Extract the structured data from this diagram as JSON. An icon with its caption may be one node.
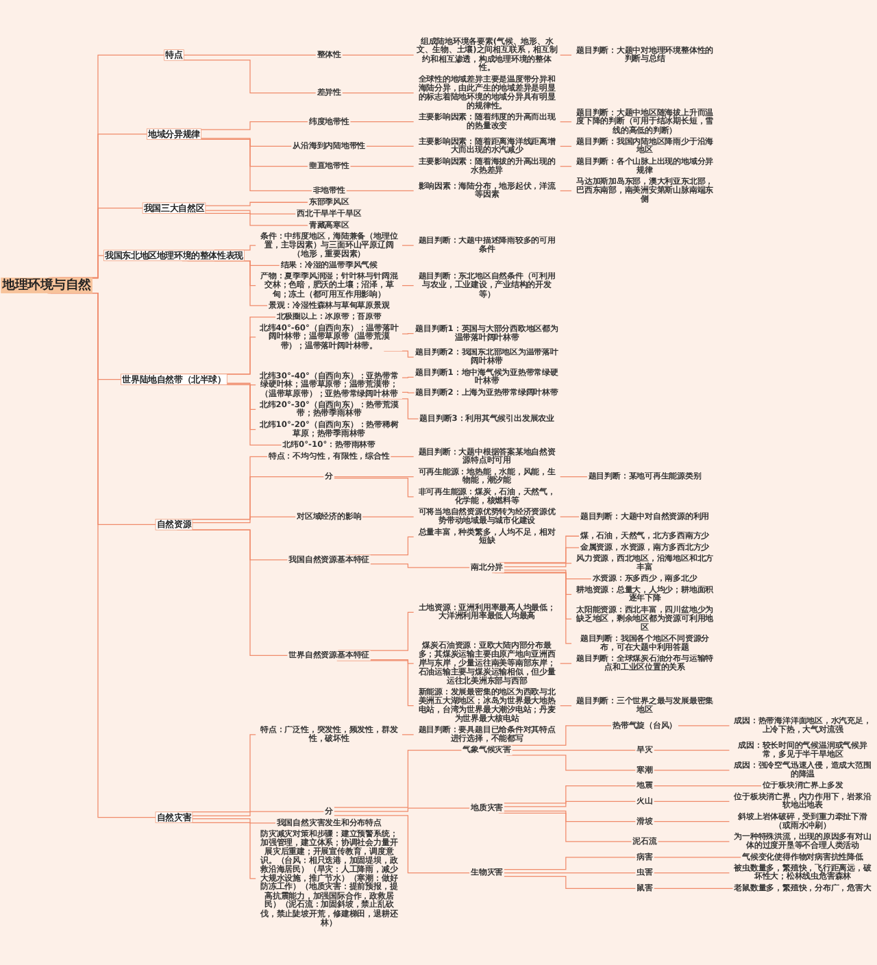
{
  "diagram": {
    "nodes": [
      {
        "text": [
          "地理环境与自然"
        ]
      },
      {
        "text": [
          "特点"
        ]
      },
      {
        "text": [
          "整体性"
        ]
      },
      {
        "text": [
          "组成陆地环境各要素(气候、地形、水文、生物、土壤)之间相互联系，相互制约和相互渗透，构成地理环境的整体性。"
        ]
      },
      {
        "text": [
          "题目判断：大题中对地理环境整体性的判断与总结"
        ]
      },
      {
        "text": [
          "差异性"
        ]
      },
      {
        "text": [
          "全球性的地域差异主要是温度带分异和海陆分异，由此产生的地域差异是明显的标志着陆地环境的地域分异具有明显的规律性。"
        ]
      },
      {
        "text": [
          "地域分异规律"
        ]
      },
      {
        "text": [
          "纬度地带性"
        ]
      },
      {
        "text": [
          "主要影响因素：随着纬度的升高而出现的热量改变"
        ]
      },
      {
        "text": [
          "题目判断：大题中地区随海拔上升而温度下降的判断（可用于结冰期长短，雪线的高低的判断）"
        ]
      },
      {
        "text": [
          "从沿海到内陆地带性"
        ]
      },
      {
        "text": [
          "主要影响因素：随着距离海洋线距离增大而出现的水汽减少"
        ]
      },
      {
        "text": [
          "题目判断：我国内陆地区降雨少于沿海地区"
        ]
      },
      {
        "text": [
          "垂直地带性"
        ]
      },
      {
        "text": [
          "主要影响因素：随着海拔的升高出现的水热差异"
        ]
      },
      {
        "text": [
          "题目判断：各个山脉上出现的地域分异规律"
        ]
      },
      {
        "text": [
          "非地带性"
        ]
      },
      {
        "text": [
          "影响因素：海陆分布，地形起伏，洋流等因素"
        ]
      },
      {
        "text": [
          "马达加斯加岛东部，澳大利亚东北部，巴西东南部，南美洲安第斯山脉南端东侧"
        ]
      },
      {
        "text": [
          "我国三大自然区"
        ]
      },
      {
        "text": [
          "东部季风区"
        ]
      },
      {
        "text": [
          "西北干旱半干旱区"
        ]
      },
      {
        "text": [
          "青藏高寒区"
        ]
      },
      {
        "text": [
          "我国东北地区地理环境的整体性表现"
        ]
      },
      {
        "text": [
          "条件：中纬度地区，海陆兼备（地理位置，主导因素）与三面环山平原辽阔（地形，重要因素）"
        ]
      },
      {
        "text": [
          "题目判断：大题中描述降雨较多的可用条件"
        ]
      },
      {
        "text": [
          "结果：冷湿的温带季风气候"
        ]
      },
      {
        "text": [
          "产物：夏季季风润湿；针叶林与针阔混交林；色暗，肥沃的土壤；沼泽，草甸；冻土（都可用互作用影响）"
        ]
      },
      {
        "text": [
          "题目判断：东北地区自然条件（可利用与农业，工业建设，产业结构的开发等）"
        ]
      },
      {
        "text": [
          "景观：冷湿性森林与草甸草原景观"
        ]
      },
      {
        "text": [
          "世界陆地自然带（北半球）"
        ]
      },
      {
        "text": [
          "北极圈以上：冰原带；苔原带"
        ]
      },
      {
        "text": [
          "北纬40°-60°（自西向东）：温带落叶阔叶林带；温带草原带（温带荒漠带）；温带落叶阔叶林带。"
        ]
      },
      {
        "text": [
          "题目判断1：英国与大部分西欧地区都为温带落叶阔叶林带"
        ]
      },
      {
        "text": [
          "题目判断2：我国东北部地区为温带落叶阔叶林带"
        ]
      },
      {
        "text": [
          "北纬30°-40°（自西向东）：亚热带常绿硬叶林；温带草原带；温带荒漠带；（温带草原带）；亚热带常绿阔叶林带"
        ]
      },
      {
        "text": [
          "题目判断1：地中海气候为亚热带常绿硬叶林带"
        ]
      },
      {
        "text": [
          "题目判断2：上海为亚热带常绿阔叶林带"
        ]
      },
      {
        "text": [
          "题目判断3：利用其气候引出发展农业"
        ]
      },
      {
        "text": [
          "北纬20°-30°（自西向东）：热带荒漠带；热带季雨林带"
        ]
      },
      {
        "text": [
          "北纬10°-20°（自西向东）：热带稀树草原；热带季雨林带"
        ]
      },
      {
        "text": [
          "北纬0°-10°：热带雨林带"
        ]
      },
      {
        "text": [
          "自然资源"
        ]
      },
      {
        "text": [
          "特点：不均匀性，有限性，综合性"
        ]
      },
      {
        "text": [
          "题目判断：大题中根据答案某地自然资源特点时可用"
        ]
      },
      {
        "text": [
          "分"
        ]
      },
      {
        "text": [
          "可再生能源：地热能，水能，风能，生物能，潮汐能"
        ]
      },
      {
        "text": [
          "题目判断：某地可再生能源类别"
        ]
      },
      {
        "text": [
          "非可再生能源：煤炭，石油，天然气，化学能，核燃料等"
        ]
      },
      {
        "text": [
          "对区域经济的影响"
        ]
      },
      {
        "text": [
          "可将当地自然资源优势转为经济资源优势带动地域最与城市化建设"
        ]
      },
      {
        "text": [
          "题目判断：大题中对自然资源的利用"
        ]
      },
      {
        "text": [
          "我国自然资源基本特征"
        ]
      },
      {
        "text": [
          "总量丰富，种类繁多，人均不足，相对短缺"
        ]
      },
      {
        "text": [
          "南北分异"
        ]
      },
      {
        "text": [
          "煤，石油，天然气，北方多西南方少"
        ]
      },
      {
        "text": [
          "金属资源，水资源，南方多西北方少"
        ]
      },
      {
        "text": [
          "风力资源，西北地区，沿海地区和北方丰富"
        ]
      },
      {
        "text": [
          "水资源：东多西少，南多北少"
        ]
      },
      {
        "text": [
          "耕地资源：总量大，人均少；耕地面积逐年下降"
        ]
      },
      {
        "text": [
          "太阳能资源：西北丰富，四川盆地少为缺乏地区，剩余地区都为资源可利用地区"
        ]
      },
      {
        "text": [
          "题目判断：我国各个地区不同资源分布，可在大题中利用答题"
        ]
      },
      {
        "text": [
          "世界自然资源基本特征"
        ]
      },
      {
        "text": [
          "土地资源：亚洲利用率最高人均最低；大洋洲利用率最低人均最高"
        ]
      },
      {
        "text": [
          "煤炭石油资源：亚欧大陆内部分布最多；其煤炭运输主要由原产地向亚洲西岸与东岸，少量运往南美等南部东岸；石油运输主要与煤炭运输相似，但少量运往北美洲东部与西部"
        ]
      },
      {
        "text": [
          "题目判断：全球煤炭石油分布与运输特点和工业区位置的关系"
        ]
      },
      {
        "text": [
          "新能源：发展最密集的地区为西欧与北美洲五大湖地区；冰岛为世界最大地热电站，台湾为世界最大潮汐电站；丹麦为世界最大核电站"
        ]
      },
      {
        "text": [
          "题目判断：三个世界之最与发展最密集地区"
        ]
      },
      {
        "text": [
          "自然灾害"
        ]
      },
      {
        "text": [
          "特点：广泛性，突发性，频发性，群发性，破坏性"
        ]
      },
      {
        "text": [
          "题目判断：要具题目已给条件对其特点进行选择，不能都写"
        ]
      },
      {
        "text": [
          "分"
        ]
      },
      {
        "text": [
          "气象气候灾害"
        ]
      },
      {
        "text": [
          "热带气旋（台风）"
        ]
      },
      {
        "text": [
          "成因：热带海洋洋面地区，水汽充足，上冷下热，大气对流强"
        ]
      },
      {
        "text": [
          "旱灾"
        ]
      },
      {
        "text": [
          "成因：较长时间的气候温润或气候异常，多见于半干旱地区"
        ]
      },
      {
        "text": [
          "寒潮"
        ]
      },
      {
        "text": [
          "成因：强冷空气迅速入侵，造成大范围的降温"
        ]
      },
      {
        "text": [
          "地质灾害"
        ]
      },
      {
        "text": [
          "地震"
        ]
      },
      {
        "text": [
          "位于板块消亡界上多发"
        ]
      },
      {
        "text": [
          "火山"
        ]
      },
      {
        "text": [
          "位于板块消亡界，内力作用下，岩浆沿软地出地表"
        ]
      },
      {
        "text": [
          "滑坡"
        ]
      },
      {
        "text": [
          "斜坡上岩体破碎，受到重力牵扯下滑（或雨水冲刷）"
        ]
      },
      {
        "text": [
          "泥石流"
        ]
      },
      {
        "text": [
          "为一种特殊洪流，出现的原因多有对山体的过度开垦等不合理人类活动"
        ]
      },
      {
        "text": [
          "生物灾害"
        ]
      },
      {
        "text": [
          "病害"
        ]
      },
      {
        "text": [
          "气候变化使得作物对病害抗性降低"
        ]
      },
      {
        "text": [
          "虫害"
        ]
      },
      {
        "text": [
          "被虫数量多，繁殖快，飞行距离远，破坏性大；松林线虫危害森林"
        ]
      },
      {
        "text": [
          "鼠害"
        ]
      },
      {
        "text": [
          "老鼠数量多，繁殖快，分布广，危害大"
        ]
      },
      {
        "text": [
          "我国自然灾害发生和分布特点"
        ]
      },
      {
        "text": [
          "防灾减灾对策和步骤：建立预警系统；加强管理，建立体系；协调社会力量开展灾后重建；开展宣传教育，调度意识。（台风：相只迭港，加固堤坝，政救沿海居民）（旱灾：人工降雨，减少大规水设施，推广节水）（寒潮：做好防冻工作）（地质灾害：提前预报，提高抗震能力，加强国际合作，政救居民）（泥石流：加固斜坡，禁止乱砍伐，禁止陡坡开荒，修建梯田，退耕还林）"
        ]
      }
    ],
    "edges": [
      {
        "from": 0,
        "to": 1,
        "arrow": "none"
      },
      {
        "from": 1,
        "to": 2,
        "arrow": "none"
      },
      {
        "from": 2,
        "to": 3,
        "arrow": "none"
      },
      {
        "from": 3,
        "to": 4,
        "arrow": "none"
      },
      {
        "from": 1,
        "to": 5,
        "arrow": "none"
      },
      {
        "from": 5,
        "to": 6,
        "arrow": "none"
      },
      {
        "from": 0,
        "to": 7,
        "arrow": "none"
      },
      {
        "from": 7,
        "to": 8,
        "arrow": "none"
      },
      {
        "from": 8,
        "to": 9,
        "arrow": "none"
      },
      {
        "from": 9,
        "to": 10,
        "arrow": "none"
      },
      {
        "from": 7,
        "to": 11,
        "arrow": "none"
      },
      {
        "from": 11,
        "to": 12,
        "arrow": "none"
      },
      {
        "from": 12,
        "to": 13,
        "arrow": "none"
      },
      {
        "from": 7,
        "to": 14,
        "arrow": "none"
      },
      {
        "from": 14,
        "to": 15,
        "arrow": "none"
      },
      {
        "from": 15,
        "to": 16,
        "arrow": "none"
      },
      {
        "from": 7,
        "to": 17,
        "arrow": "none"
      },
      {
        "from": 17,
        "to": 18,
        "arrow": "none"
      },
      {
        "from": 18,
        "to": 19,
        "arrow": "none"
      },
      {
        "from": 0,
        "to": 20,
        "arrow": "none"
      },
      {
        "from": 20,
        "to": 21,
        "arrow": "none"
      },
      {
        "from": 20,
        "to": 22,
        "arrow": "none"
      },
      {
        "from": 20,
        "to": 23,
        "arrow": "none"
      },
      {
        "from": 0,
        "to": 24,
        "arrow": "none"
      },
      {
        "from": 24,
        "to": 25,
        "arrow": "none"
      },
      {
        "from": 25,
        "to": 26,
        "arrow": "none"
      },
      {
        "from": 24,
        "to": 27,
        "arrow": "none"
      },
      {
        "from": 24,
        "to": 28,
        "arrow": "none"
      },
      {
        "from": 28,
        "to": 29,
        "arrow": "none"
      },
      {
        "from": 24,
        "to": 30,
        "arrow": "none"
      },
      {
        "from": 0,
        "to": 31,
        "arrow": "none"
      },
      {
        "from": 31,
        "to": 32,
        "arrow": "none"
      },
      {
        "from": 31,
        "to": 33,
        "arrow": "none"
      },
      {
        "from": 33,
        "to": 34,
        "arrow": "none"
      },
      {
        "from": 33,
        "to": 35,
        "arrow": "none"
      },
      {
        "from": 31,
        "to": 36,
        "arrow": "none"
      },
      {
        "from": 36,
        "to": 37,
        "arrow": "none"
      },
      {
        "from": 36,
        "to": 38,
        "arrow": "none"
      },
      {
        "from": 36,
        "to": 39,
        "arrow": "none"
      },
      {
        "from": 31,
        "to": 40,
        "arrow": "none"
      },
      {
        "from": 31,
        "to": 41,
        "arrow": "none"
      },
      {
        "from": 31,
        "to": 42,
        "arrow": "none"
      },
      {
        "from": 0,
        "to": 43,
        "arrow": "none"
      },
      {
        "from": 43,
        "to": 44,
        "arrow": "none"
      },
      {
        "from": 44,
        "to": 45,
        "arrow": "none"
      },
      {
        "from": 43,
        "to": 46,
        "arrow": "none"
      },
      {
        "from": 46,
        "to": 47,
        "arrow": "none"
      },
      {
        "from": 47,
        "to": 48,
        "arrow": "none"
      },
      {
        "from": 46,
        "to": 49,
        "arrow": "none"
      },
      {
        "from": 43,
        "to": 50,
        "arrow": "none"
      },
      {
        "from": 50,
        "to": 51,
        "arrow": "none"
      },
      {
        "from": 51,
        "to": 52,
        "arrow": "none"
      },
      {
        "from": 43,
        "to": 53,
        "arrow": "none"
      },
      {
        "from": 53,
        "to": 54,
        "arrow": "none"
      },
      {
        "from": 53,
        "to": 55,
        "arrow": "none"
      },
      {
        "from": 55,
        "to": 56,
        "arrow": "none"
      },
      {
        "from": 55,
        "to": 57,
        "arrow": "none"
      },
      {
        "from": 55,
        "to": 58,
        "arrow": "none"
      },
      {
        "from": 55,
        "to": 59,
        "arrow": "none"
      },
      {
        "from": 55,
        "to": 60,
        "arrow": "none"
      },
      {
        "from": 55,
        "to": 61,
        "arrow": "none"
      },
      {
        "from": 55,
        "to": 62,
        "arrow": "none"
      },
      {
        "from": 43,
        "to": 63,
        "arrow": "none"
      },
      {
        "from": 63,
        "to": 64,
        "arrow": "none"
      },
      {
        "from": 63,
        "to": 65,
        "arrow": "none"
      },
      {
        "from": 65,
        "to": 66,
        "arrow": "none"
      },
      {
        "from": 63,
        "to": 67,
        "arrow": "none"
      },
      {
        "from": 67,
        "to": 68,
        "arrow": "none"
      },
      {
        "from": 0,
        "to": 69,
        "arrow": "none"
      },
      {
        "from": 69,
        "to": 70,
        "arrow": "none"
      },
      {
        "from": 70,
        "to": 71,
        "arrow": "none"
      },
      {
        "from": 69,
        "to": 72,
        "arrow": "none"
      },
      {
        "from": 72,
        "to": 73,
        "arrow": "none"
      },
      {
        "from": 73,
        "to": 74,
        "arrow": "none"
      },
      {
        "from": 74,
        "to": 75,
        "arrow": "none"
      },
      {
        "from": 73,
        "to": 76,
        "arrow": "none"
      },
      {
        "from": 76,
        "to": 77,
        "arrow": "none"
      },
      {
        "from": 73,
        "to": 78,
        "arrow": "none"
      },
      {
        "from": 78,
        "to": 79,
        "arrow": "none"
      },
      {
        "from": 72,
        "to": 80,
        "arrow": "none"
      },
      {
        "from": 80,
        "to": 81,
        "arrow": "none"
      },
      {
        "from": 81,
        "to": 82,
        "arrow": "none"
      },
      {
        "from": 80,
        "to": 83,
        "arrow": "none"
      },
      {
        "from": 83,
        "to": 84,
        "arrow": "none"
      },
      {
        "from": 80,
        "to": 85,
        "arrow": "none"
      },
      {
        "from": 85,
        "to": 86,
        "arrow": "none"
      },
      {
        "from": 80,
        "to": 87,
        "arrow": "none"
      },
      {
        "from": 87,
        "to": 88,
        "arrow": "none"
      },
      {
        "from": 72,
        "to": 89,
        "arrow": "none"
      },
      {
        "from": 89,
        "to": 90,
        "arrow": "none"
      },
      {
        "from": 90,
        "to": 91,
        "arrow": "none"
      },
      {
        "from": 89,
        "to": 92,
        "arrow": "none"
      },
      {
        "from": 92,
        "to": 93,
        "arrow": "none"
      },
      {
        "from": 89,
        "to": 94,
        "arrow": "none"
      },
      {
        "from": 94,
        "to": 95,
        "arrow": "none"
      },
      {
        "from": 69,
        "to": 96,
        "arrow": "none"
      },
      {
        "from": 69,
        "to": 97,
        "arrow": "none"
      }
    ]
  }
}
